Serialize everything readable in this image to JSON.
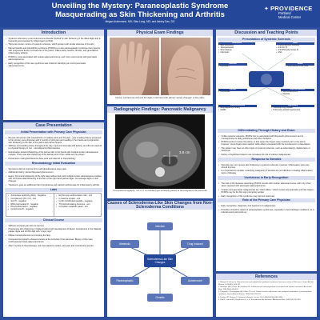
{
  "header": {
    "title": "Unveiling the Mystery: Paraneoplastic Syndrome Masquerading as Skin Thickening and Arthritis",
    "authors": "Megan Ackermann, MD; Stan Long, MD; and Ashley Das, DO",
    "logo_name": "PROVIDENCE",
    "logo_sub_1": "Portland",
    "logo_sub_2": "Medical Center"
  },
  "introduction": {
    "heading": "Introduction",
    "bullets": [
      "Systemic sclerosis is a rare autoimmune disorder defined by skin thickening in the distal digits and is frequently accompanied by inflammatory arthritis",
      "There are known mimics of systemic sclerosis, which present with similar sclerosis of the skin",
      "Palmar fasciitis and polyarthritis syndrome (PFPAS) is a rare paraneoplastic syndrome that presents with progressive flexion contractures of the palms, inflammatory fasciitis, fibrosis, and generalized inflammatory arthritis",
      "PFPAS is most associated with ovarian adenocarcinoma, and more uncommonly with pancreatic adenocarcinoma",
      "Early recognition of this rare syndrome was critical in identifying an occult pancreatic adenocarcinoma"
    ]
  },
  "case": {
    "heading": "Case Presentation",
    "initial_heading": "Initial Presentation with Primary Care Physician",
    "initial_bullets": [
      "66-year-old woman with osteoarthritis of multiple joints and 40-pack - year smoking history presented to her primary care physician with 2 months of joint pain and swelling in her hands and progressive skin thickening to the skin of the palms and palmar fingers",
      "Stiffness and swelling worse throughout the day, improved minimally with activity, and did not respond to physical therapy or non - steroidal anti-inflammatories",
      "Examination showed thickening of the palmar skin in the hands with multiple tender subcutaneous nodules. There was also thickening of the lateral joints of the middle and ring finger",
      "Presented a methylprednisolone dose pack and referred to rheumatology"
    ],
    "rheum_heading": "Rheumatology Initial Evaluation",
    "rheum_bullets": [
      "Symptoms did not improve from methylprednisolone dose pack",
      "Additional history: denied Raynaud phenomenon",
      "Exam: Symmetric thickening of the right hand without skin with multiple tender subcutaneous nodules with circumferential thickening of the skin of the right hand palmar digits. No sausage digits or skin changes",
      "Treatment: gave an additional trial of prednisone and started methotrexate for inflammatory arthritis"
    ],
    "labs_heading": "Labs",
    "labs_left": [
      "Antinuclear antibody (ANA) - Negative",
      "Complement (C3, C4) - wnl",
      "Scl-70 - negative",
      "RNA polymerase III - negative",
      "Rheumatoid factor - negative",
      "Centromere B - negative"
    ],
    "labs_right": [
      "Erythrocyte sedimentation rate - wnl",
      "C-reactive protein - wnl",
      "Cyclic citrullinated peptide - negative",
      "Thyroid stimulating hormone - wnl",
      "Complete metabolic panel - wnl"
    ],
    "course_heading": "Clinical Course",
    "course_bullets": [
      "Stiffness and joint pain did not improve",
      "Progressive skin thickening in bilateral palms with development of flexion contractures in the bilateral palmar digits and left 5th digit with \"prayer sign\"",
      "Diffuse truncal sclerosis not involving the face",
      "Computed tomography showed a lesion at the body/tail of the pancreas. Biopsy of the mass confirmed pancreatic adenocarcinoma",
      "After 3 cycles of chemotherapy, skin has started to soften, joint pain and contractures persist"
    ]
  },
  "physical_exam": {
    "heading": "Physical Exam Findings",
    "caption": "Flexion contractures 2nd and 4th digits in left hand with palmar \"woody changes\" of the palms"
  },
  "radiographic": {
    "heading": "Radiographic Findings: Pancreatic Malignancy",
    "measure_label": "3.8 cm",
    "caption": "Computed tomography: 3.8 x 2.7 cm lobular hypo-enhancing lesion at the body/tail of the pancreas"
  },
  "causes": {
    "heading": "Causes of Scleroderma-Like Skin Changes from Non-Scleroderma Conditions",
    "center_label": "Scleroderma-Like Skin Changes",
    "nodes": [
      "Infection",
      "Metabolic",
      "Drug Induced",
      "Paraneoplastic",
      "Autoimmune",
      "Genetic"
    ]
  },
  "discussion": {
    "heading": "Discussion and Teaching Points",
    "presentation_heading": "Presentation of Systemic Sclerosis",
    "cells": [
      {
        "title": "Cutaneous",
        "items": [
          "Skin thickening",
          "Telangiectasias",
          "Sclerodactyly",
          "Calcinosis"
        ]
      },
      {
        "title": "Labs",
        "items": [
          "Anti-centromere antibody",
          "Anti-Scl-70",
          "Anti-RNA polymerase III",
          "ANA"
        ]
      },
      {
        "title": "Vascular",
        "items": [
          "Raynaud's"
        ]
      },
      {
        "title": "Renal",
        "items": [
          "Scleroderma renal crisis"
        ]
      },
      {
        "title": "Cardiac",
        "items": [
          "Pericarditis"
        ]
      },
      {
        "title": "Musculoskeletal",
        "items": [
          "Joint involvement",
          "Myositis"
        ]
      },
      {
        "title": "Gastrointestinal",
        "items": [
          "Esophageal dysmotility",
          "GERD"
        ]
      },
      {
        "title": "Pulmonary",
        "items": [
          "Interstitial lung disease",
          "Pulmonary arterial hypertension"
        ]
      }
    ],
    "diff_heading": "Differentiating Through History and Exam",
    "diff_bullets": [
      "Unlike systemic sclerosis, PFPAS has no association with Raynaud's phenomenon and is nonresponsive to daily prednisone and other therapies",
      "PFPAS tends to involve the palms, in that cases the fingers were involved prior to the palms, however, some fingers were spared, while others proceeded with the involvement in presentation",
      "The patient may have no other signs of systemic sclerosis, such as sclerodactyly, digital ulcers or calcinosis",
      "History of significant tobacco use increases the risk of various malignancies"
    ],
    "resp_heading": "Response to Steroids",
    "resp_bullets": [
      "Steroids may not improve skin thickening in systemic sclerosis, however, inflammatory joint pain should improve",
      "It is important to consider underlying malignancy if steroids are not effective in treating inflammatory signs of disease"
    ],
    "imaging_heading": "Usefulness in Early Recognition",
    "imaging_bullets": [
      "The bulk of the literature describing PFPAS records with ovarian adenocarcinoma, with only a few cases reported with pancreatic adenocarcinoma",
      "Ovarian and pancreatic malignancies are \"silent killers,\" which remain asymptomatic until late stages; PFPAS may be the first sign prompting workup",
      "Early recognition of this syndrome may improve outcomes"
    ],
    "role_heading": "Role of the Primary Care Physician",
    "role_bullets": [
      "Early recognition, diagnosis, and treatment of malignancies",
      "Providers should be aware of paraneoplastic syndromes, especially in rheumatologic conditions, as a referral source and work-up"
    ]
  },
  "references": {
    "heading": "References",
    "items": [
      "1. Manger B, Schett G. Palmar fasciitis and polyarthritis syndrome-systematic literature review of 100 cases. Semin Arthritis Rheum. 2014;44(1):105-111.",
      "2. Medsger TA Jr, Dixon JA, Garwood VF. Palmar fasciitis and polyarthritis associated with ovarian carcinoma. Ann Intern Med. 1982;96(4):424-431.",
      "3. Pfinsgraff J, Buckingham RB, Killian PJ, et al. Palmar fasciitis and arthritis with malignant neoplasms: a paraneoplastic syndrome. Semin Arthritis Rheum. 1986;16(2):118-125.",
      "4. Denton CP, Khanna D. Systemic sclerosis. Lancet. 2017;390(10103):1685-1699.",
      "5. Foti R, Leonardi R, Rondinone R, et al. Scleroderma-like disorders. Autoimmun Rev. 2008;7(4):331-339."
    ]
  },
  "colors": {
    "background": "#2d4f9e",
    "header": "#24479a",
    "heading_band": "#d9dff0",
    "heading_text": "#1d3570",
    "diagram_box": "#24479a"
  }
}
